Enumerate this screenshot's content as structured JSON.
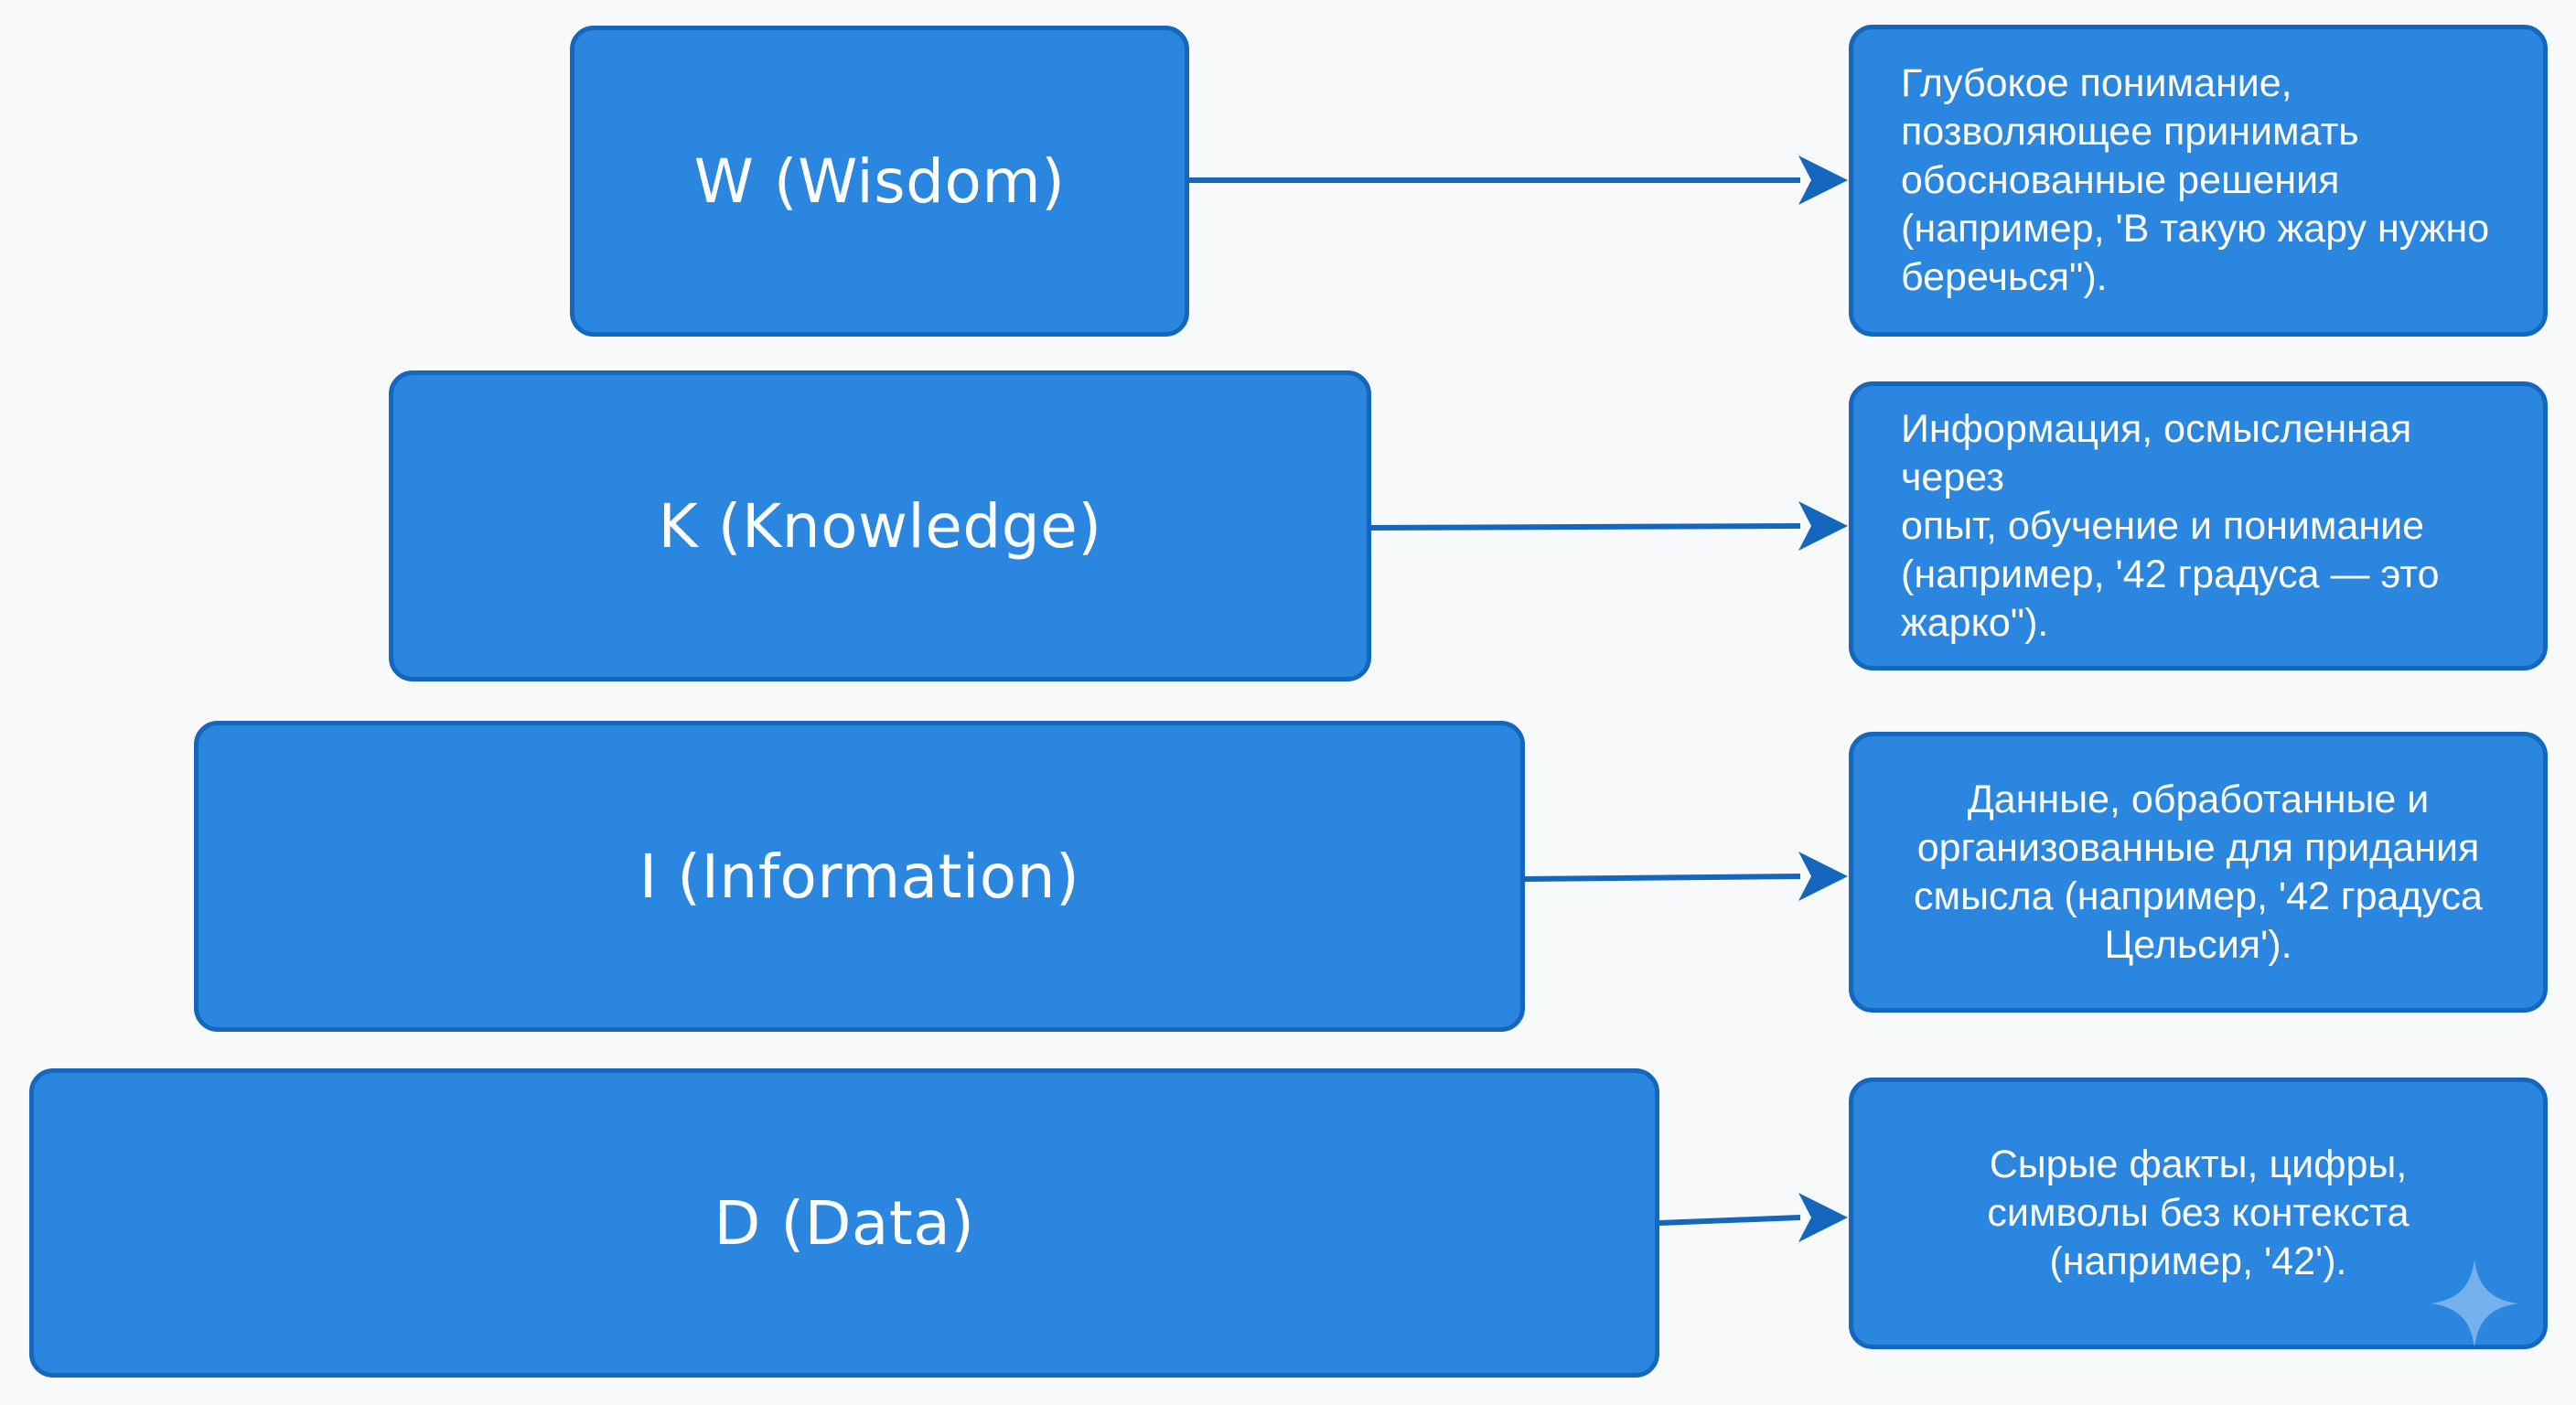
{
  "levels": [
    {
      "id": "wisdom",
      "label": "W (Wisdom)"
    },
    {
      "id": "knowledge",
      "label": "K (Knowledge)"
    },
    {
      "id": "information",
      "label": "I (Information)"
    },
    {
      "id": "data",
      "label": "D (Data)"
    }
  ],
  "descriptions": [
    {
      "for": "wisdom",
      "lines": [
        "Глубокое понимание,",
        "позволяющее принимать",
        "обоснованные решения",
        "(например, 'В такую жару нужно",
        "беречься\")."
      ]
    },
    {
      "for": "knowledge",
      "lines": [
        "Информация, осмысленная через",
        "опыт, обучение и понимание",
        "(например, '42 градуса — это",
        "жарко\")."
      ]
    },
    {
      "for": "information",
      "lines": [
        "Данные, обработанные и",
        "организованные для придания",
        "смысла (например, '42 градуса",
        "Цельсия')."
      ]
    },
    {
      "for": "data",
      "lines": [
        "Сырые факты, цифры,",
        "символы без контекста",
        "(например, '42')."
      ]
    }
  ],
  "colors": {
    "box_fill": "#2a86de",
    "box_border": "#1467bd",
    "arrow": "#1467bd",
    "text": "#ffffff",
    "background": "#f7f9fb"
  },
  "icons": {
    "watermark": "sparkle-icon"
  }
}
